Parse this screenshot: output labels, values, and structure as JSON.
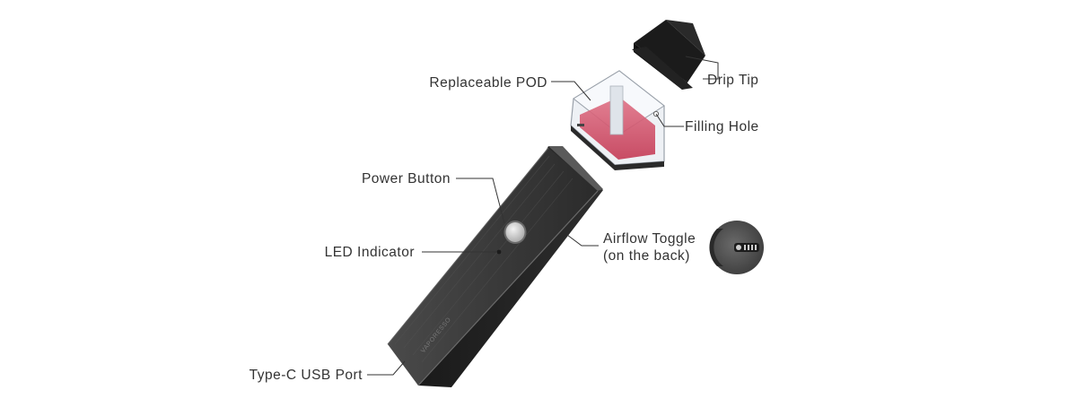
{
  "callouts": {
    "drip_tip": "Drip Tip",
    "replaceable_pod": "Replaceable POD",
    "filling_hole": "Filling Hole",
    "power_button": "Power Button",
    "led_indicator": "LED Indicator",
    "airflow_toggle_line1": "Airflow Toggle",
    "airflow_toggle_line2": "(on the back)",
    "usb_port": "Type-C USB Port"
  },
  "device": {
    "body_engraving": "VAPORESSO"
  },
  "colors": {
    "label_text": "#333333",
    "leader_line": "#333333",
    "body_dark": "#3a3a3a",
    "pod_liquid": "#d64a63",
    "drip_tip": "#141414"
  }
}
